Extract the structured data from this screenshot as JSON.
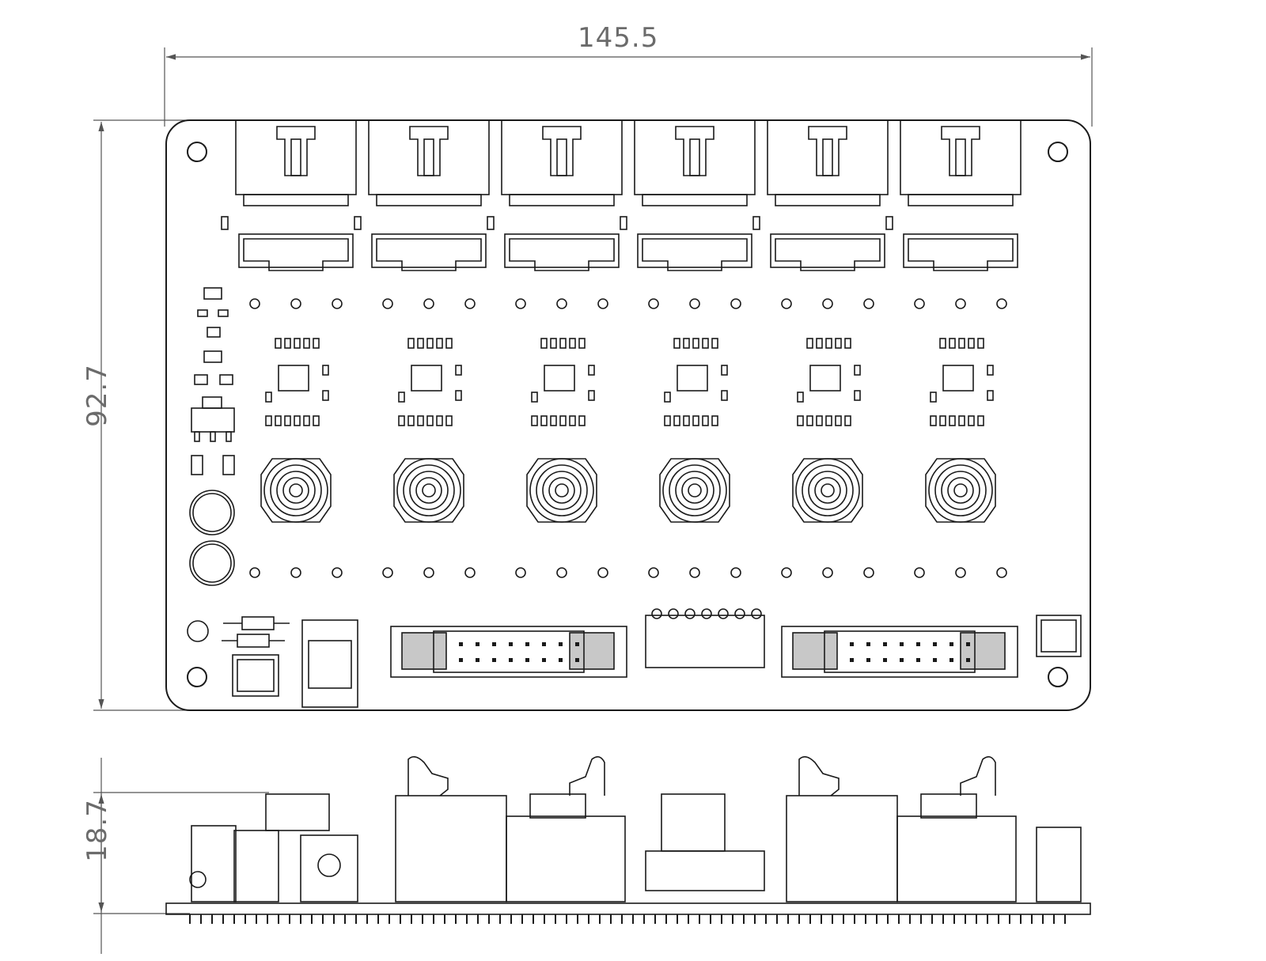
{
  "dimensions": {
    "width": "145.5",
    "height": "92.7",
    "side_height": "18.7"
  },
  "colors": {
    "line": "#1a1a1a",
    "dimension": "#6b6b6b",
    "background": "#ffffff"
  },
  "counts": {
    "channels": 6
  }
}
